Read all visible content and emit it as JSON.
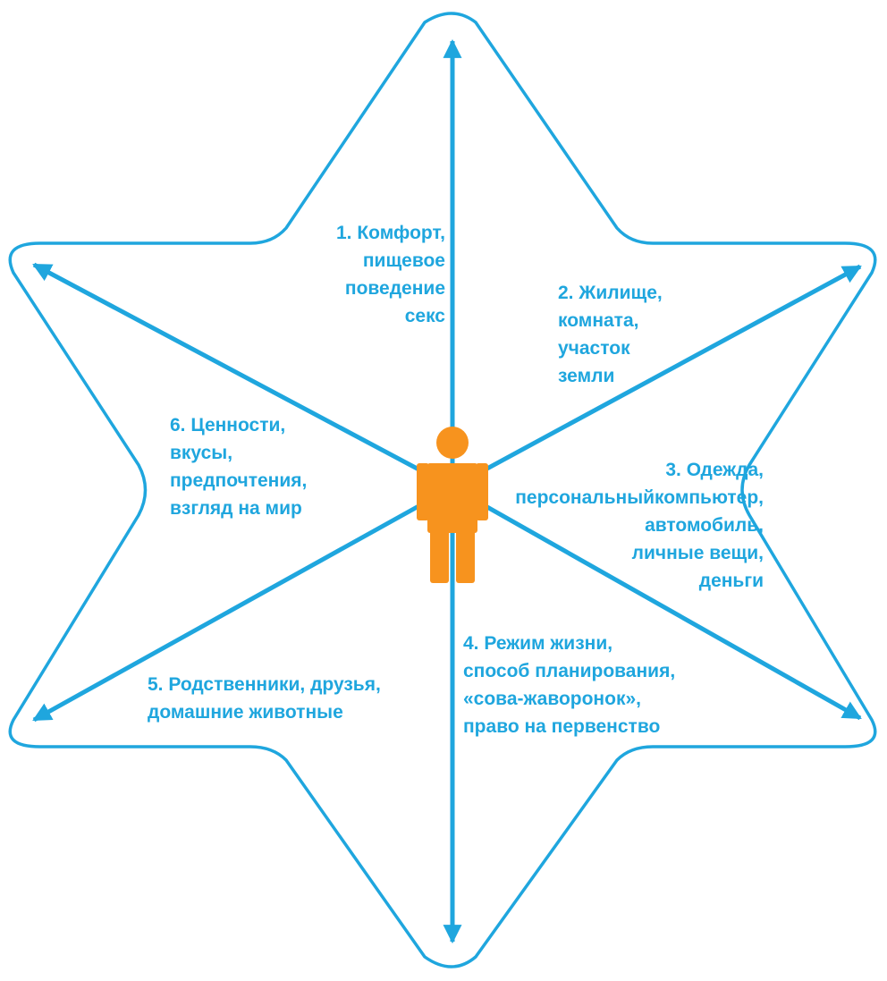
{
  "colors": {
    "accent": "#1fa6de",
    "figure": "#f7931e",
    "background": "#ffffff"
  },
  "figure_icon": "person-icon",
  "sectors": [
    {
      "id": 1,
      "lines": [
        "1. Комфорт,",
        "пищевое",
        "поведение",
        "секс"
      ]
    },
    {
      "id": 2,
      "lines": [
        "2. Жилище,",
        "комната,",
        "участок",
        "земли"
      ]
    },
    {
      "id": 3,
      "lines": [
        "3. Одежда,",
        "персональныйкомпьютер,",
        "автомобиль,",
        "личные вещи,",
        "деньги"
      ]
    },
    {
      "id": 4,
      "lines": [
        "4. Режим жизни,",
        "способ планирования,",
        "«сова-жаворонок»,",
        "право на первенство"
      ]
    },
    {
      "id": 5,
      "lines": [
        "5. Родственники, друзья,",
        "домашние животные"
      ]
    },
    {
      "id": 6,
      "lines": [
        "6. Ценности,",
        "вкусы,",
        "предпочтения,",
        "взгляд на мир"
      ]
    }
  ]
}
